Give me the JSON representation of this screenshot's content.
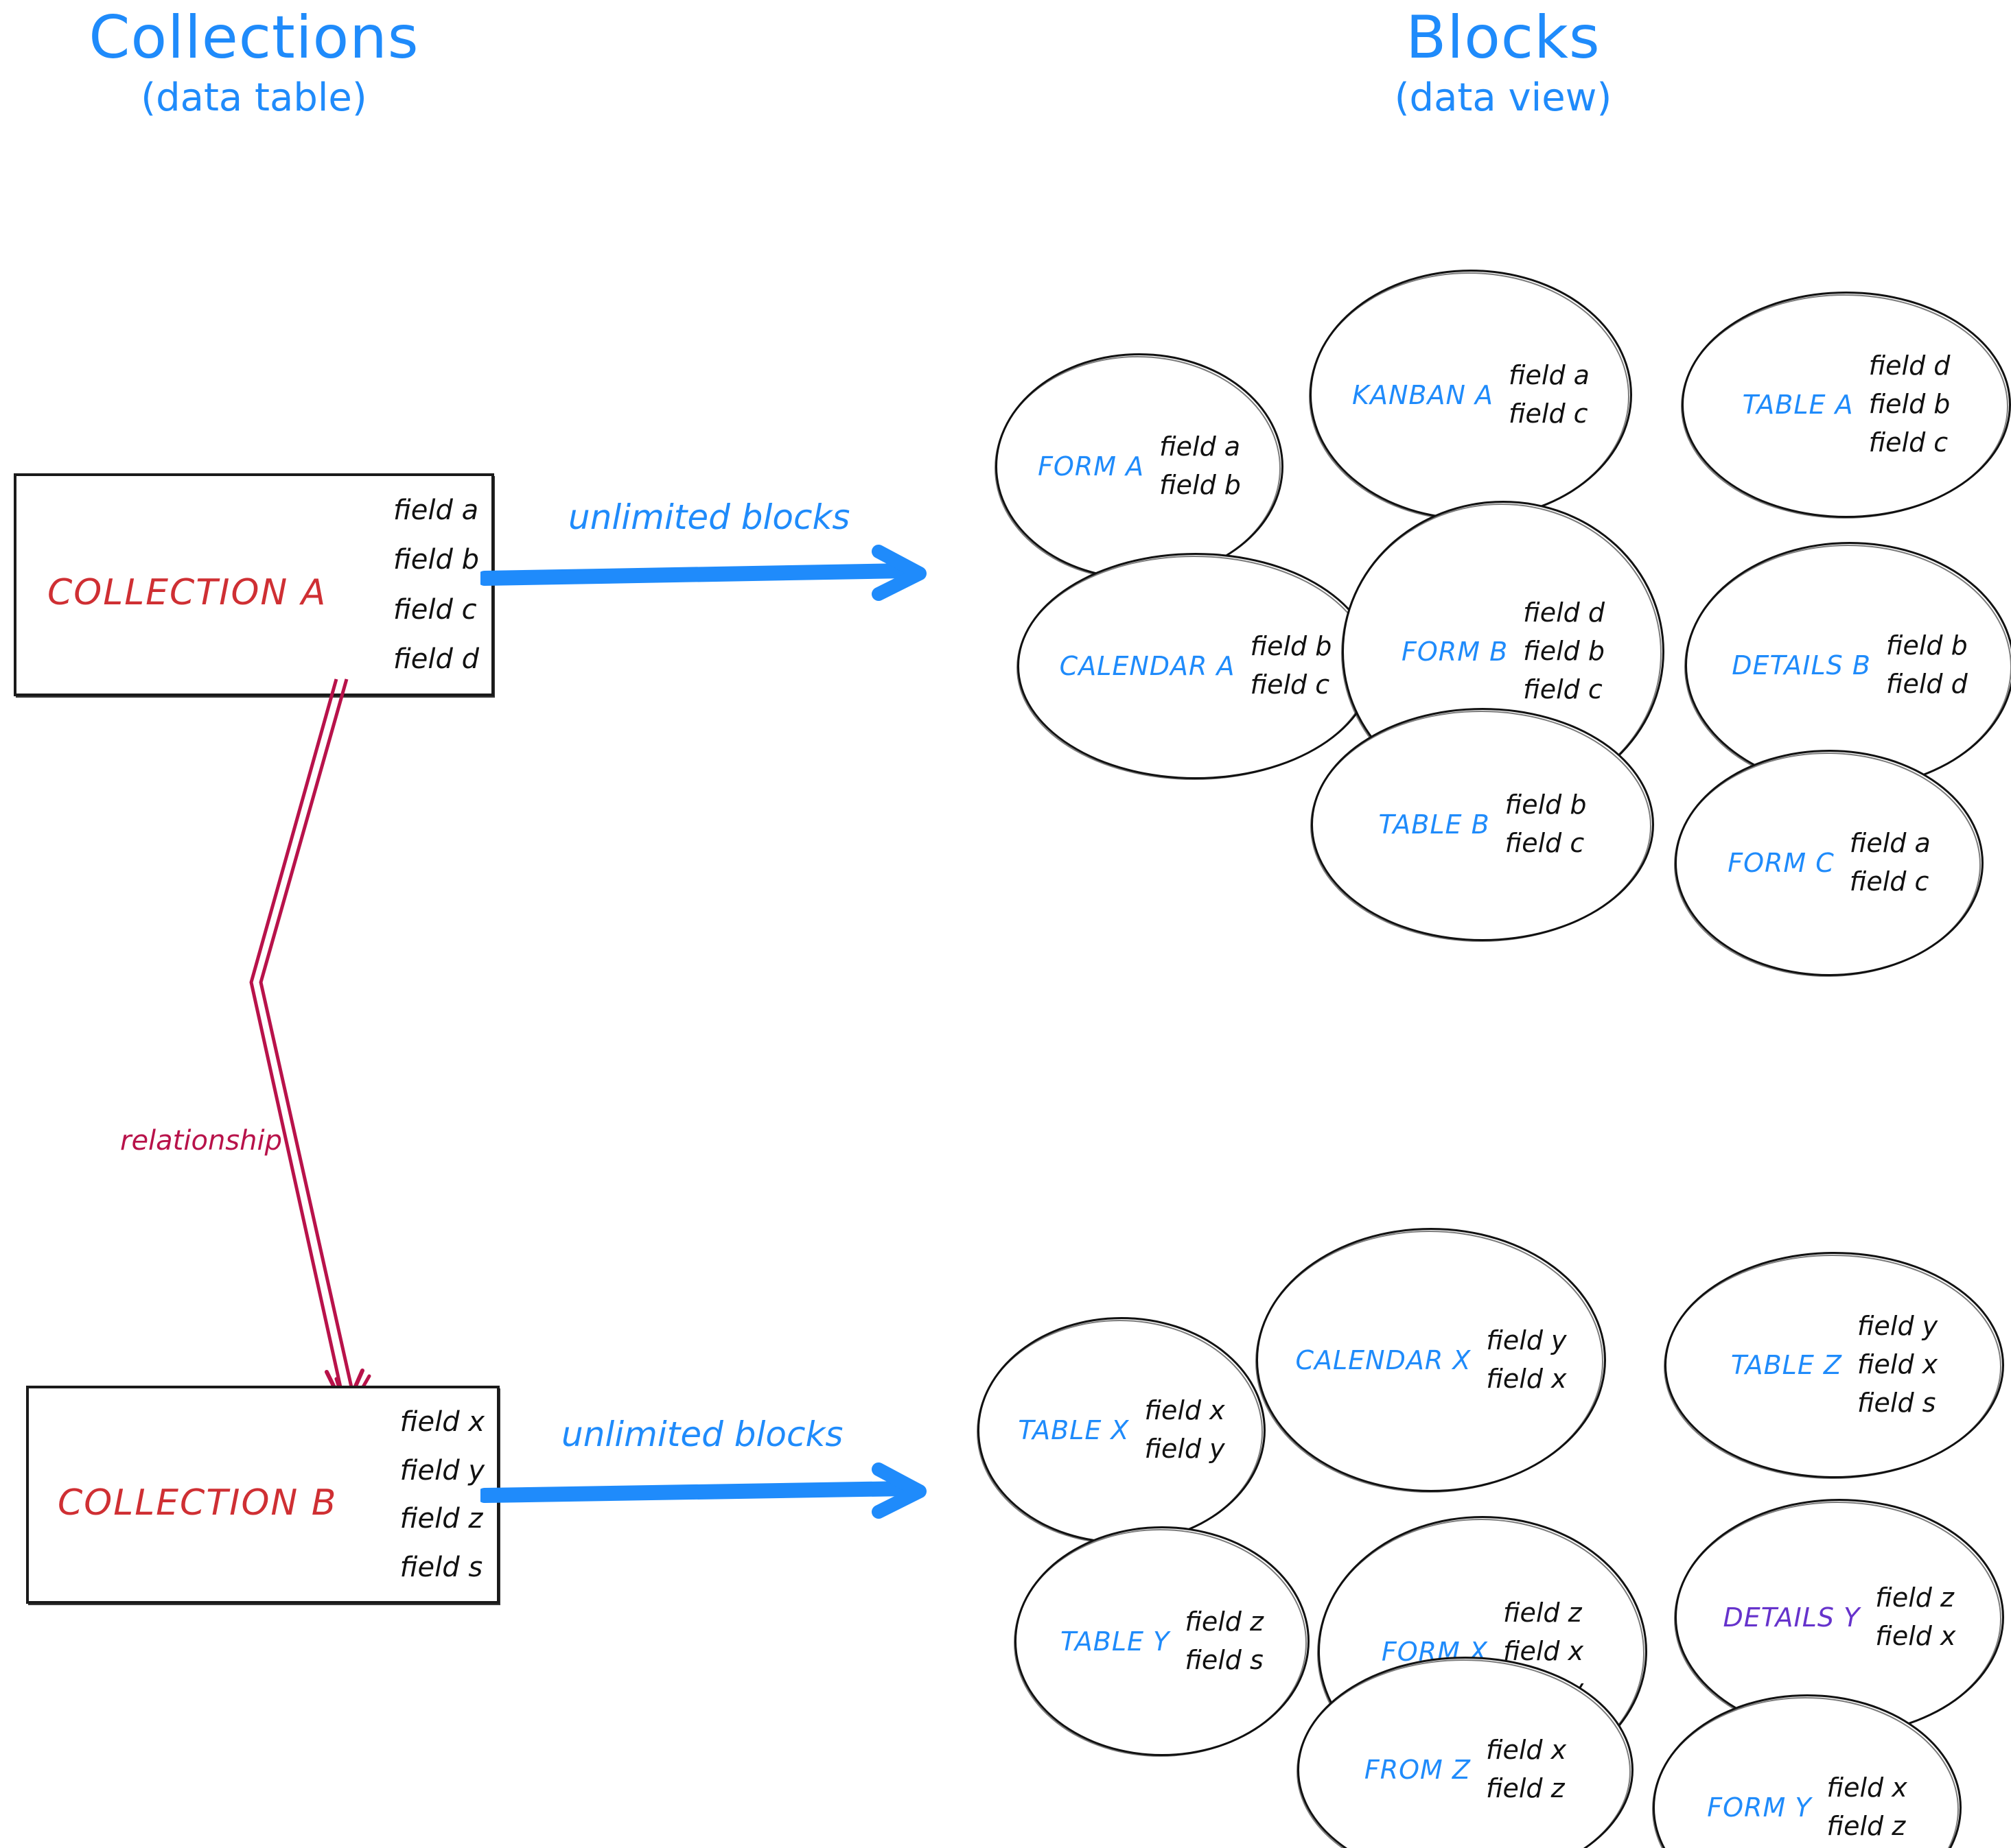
{
  "titles": {
    "left": {
      "main": "Collections",
      "sub": "(data table)"
    },
    "right": {
      "main": "Blocks",
      "sub": "(data view)"
    }
  },
  "colors": {
    "accent_blue": "#1f8bfb",
    "collection_red": "#cf2f33",
    "relationship_crimson": "#b8124a",
    "details_purple": "#6633cc",
    "outline_black": "#111111",
    "background": "#ffffff"
  },
  "collections": [
    {
      "name": "COLLECTION A",
      "fields": [
        "field a",
        "field b",
        "field c",
        "field d"
      ],
      "arrow_label": "unlimited blocks"
    },
    {
      "name": "COLLECTION B",
      "fields": [
        "field x",
        "field y",
        "field z",
        "field s"
      ],
      "arrow_label": "unlimited blocks"
    }
  ],
  "relationship": {
    "label": "relationship"
  },
  "blocks_top": [
    {
      "name": "FORM A",
      "fields": [
        "field a",
        "field b"
      ]
    },
    {
      "name": "KANBAN A",
      "fields": [
        "field a",
        "field c"
      ]
    },
    {
      "name": "TABLE A",
      "fields": [
        "field d",
        "field b",
        "field c"
      ]
    },
    {
      "name": "CALENDAR A",
      "fields": [
        "field b",
        "field c"
      ]
    },
    {
      "name": "FORM B",
      "fields": [
        "field d",
        "field b",
        "field c"
      ]
    },
    {
      "name": "DETAILS B",
      "fields": [
        "field b",
        "field d"
      ]
    },
    {
      "name": "TABLE B",
      "fields": [
        "field b",
        "field c"
      ]
    },
    {
      "name": "FORM C",
      "fields": [
        "field a",
        "field c"
      ]
    }
  ],
  "blocks_bottom": [
    {
      "name": "TABLE X",
      "fields": [
        "field x",
        "field y"
      ]
    },
    {
      "name": "CALENDAR X",
      "fields": [
        "field y",
        "field x"
      ]
    },
    {
      "name": "TABLE Z",
      "fields": [
        "field y",
        "field x",
        "field s"
      ]
    },
    {
      "name": "TABLE Y",
      "fields": [
        "field z",
        "field s"
      ]
    },
    {
      "name": "FORM X",
      "fields": [
        "field z",
        "field x",
        "field y"
      ]
    },
    {
      "name": "DETAILS Y",
      "fields": [
        "field z",
        "field x"
      ],
      "color": "purple"
    },
    {
      "name": "FROM Z",
      "fields": [
        "field x",
        "field z"
      ]
    },
    {
      "name": "FORM Y",
      "fields": [
        "field x",
        "field z"
      ]
    }
  ]
}
